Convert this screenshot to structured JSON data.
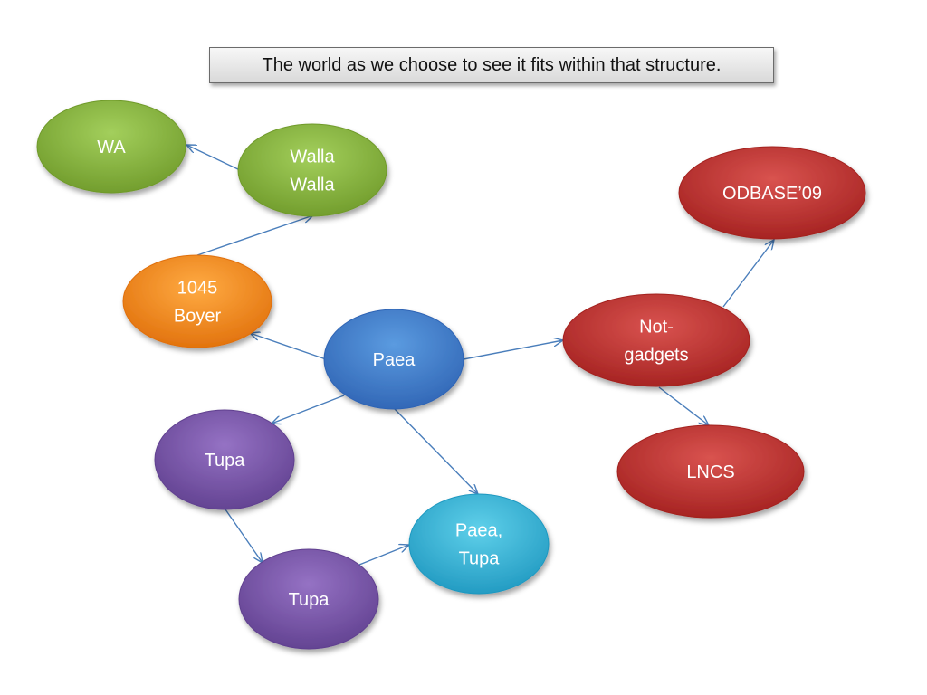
{
  "title": "The world as we choose to see it fits within that structure.",
  "nodes": [
    {
      "id": "wa",
      "lines": [
        "WA"
      ],
      "color": "green"
    },
    {
      "id": "walla-walla",
      "lines": [
        "Walla",
        "Walla"
      ],
      "color": "green"
    },
    {
      "id": "boyer",
      "lines": [
        "1045",
        "Boyer"
      ],
      "color": "orange"
    },
    {
      "id": "paea",
      "lines": [
        "Paea"
      ],
      "color": "blue"
    },
    {
      "id": "not-gadgets",
      "lines": [
        "Not-",
        "gadgets"
      ],
      "color": "red"
    },
    {
      "id": "odbase",
      "lines": [
        "ODBASE’09"
      ],
      "color": "red"
    },
    {
      "id": "lncs",
      "lines": [
        "LNCS"
      ],
      "color": "red"
    },
    {
      "id": "tupa-1",
      "lines": [
        "Tupa"
      ],
      "color": "purple"
    },
    {
      "id": "tupa-2",
      "lines": [
        "Tupa"
      ],
      "color": "purple"
    },
    {
      "id": "paea-tupa",
      "lines": [
        "Paea,",
        "Tupa"
      ],
      "color": "cyan"
    }
  ],
  "edges": [
    {
      "from": "walla-walla",
      "to": "wa"
    },
    {
      "from": "boyer",
      "to": "walla-walla"
    },
    {
      "from": "paea",
      "to": "boyer"
    },
    {
      "from": "paea",
      "to": "not-gadgets"
    },
    {
      "from": "paea",
      "to": "tupa-1"
    },
    {
      "from": "paea",
      "to": "paea-tupa"
    },
    {
      "from": "not-gadgets",
      "to": "odbase"
    },
    {
      "from": "not-gadgets",
      "to": "lncs"
    },
    {
      "from": "tupa-1",
      "to": "tupa-2"
    },
    {
      "from": "tupa-2",
      "to": "paea-tupa"
    }
  ],
  "colors": {
    "green": [
      "#a3cf5c",
      "#6f9a2a"
    ],
    "orange": [
      "#ffab43",
      "#e06f0a"
    ],
    "blue": [
      "#5b9be0",
      "#2f64b4"
    ],
    "red": [
      "#d9534f",
      "#a3201f"
    ],
    "purple": [
      "#9572c4",
      "#60408f"
    ],
    "cyan": [
      "#5fd0ea",
      "#1f98c0"
    ],
    "edge": "#4a7ebb"
  }
}
